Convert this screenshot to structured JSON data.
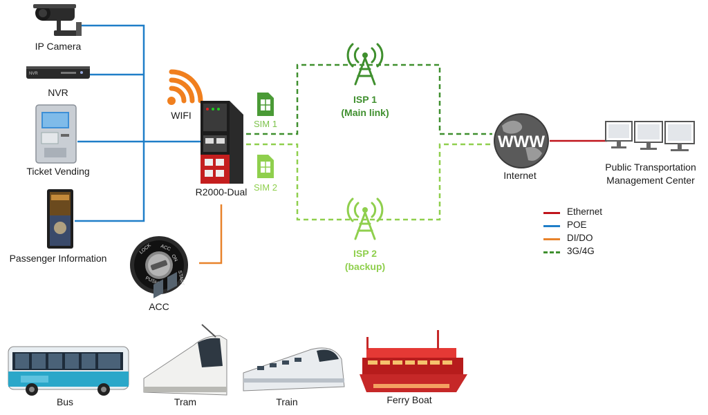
{
  "devices": {
    "ip_camera": "IP Camera",
    "nvr": "NVR",
    "nvr_badge": "NVR",
    "ticket_vending": "Ticket Vending",
    "passenger_info": "Passenger Information",
    "wifi": "WIFI",
    "router": "R2000-Dual",
    "acc": "ACC",
    "acc_key_text": [
      "LOCK",
      "ACC",
      "ON",
      "START",
      "PUSH"
    ]
  },
  "sims": {
    "sim1": "SIM 1",
    "sim2": "SIM 2"
  },
  "isps": {
    "isp1_line1": "ISP 1",
    "isp1_line2": "(Main link)",
    "isp2_line1": "ISP 2",
    "isp2_line2": "(backup)"
  },
  "internet": {
    "label": "Internet",
    "globe_text": "WWW"
  },
  "center": {
    "line1": "Public Transportation",
    "line2": "Management Center"
  },
  "legend": [
    {
      "label": "Ethernet",
      "color": "#c0141b",
      "style": "solid"
    },
    {
      "label": "POE",
      "color": "#1f7ec8",
      "style": "solid"
    },
    {
      "label": "DI/DO",
      "color": "#e8822a",
      "style": "solid"
    },
    {
      "label": "3G/4G",
      "color": "#3f8f2e",
      "style": "dashed"
    }
  ],
  "vehicles": {
    "bus": "Bus",
    "tram": "Tram",
    "train": "Train",
    "ferry": "Ferry Boat"
  },
  "colors": {
    "poe": "#1f7ec8",
    "ethernet": "#c0141b",
    "dido": "#e8822a",
    "isp1": "#3f8f2e",
    "isp2": "#8fcf4d",
    "wifi": "#f07f1e"
  }
}
